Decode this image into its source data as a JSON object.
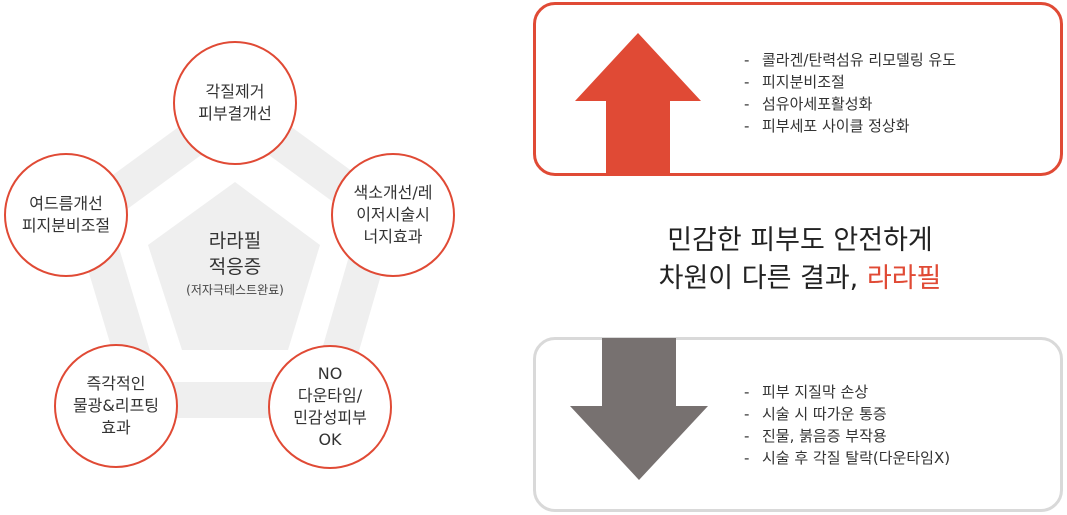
{
  "colors": {
    "accent": "#e04a35",
    "arrow_down": "#777170",
    "pentagon": "#efefef",
    "box_bottom_border": "#d9d9d9"
  },
  "pentagon": {
    "center_title_1": "라라필",
    "center_title_2": "적응증",
    "center_subtitle": "(저자극테스트완료)",
    "nodes": [
      {
        "line1": "각질제거",
        "line2": "피부결개선"
      },
      {
        "line1": "색소개선/레",
        "line2": "이저시술시",
        "line3": "너지효과"
      },
      {
        "line1": "NO",
        "line2": "다운타임/",
        "line3": "민감성피부",
        "line4": "OK"
      },
      {
        "line1": "즉각적인",
        "line2": "물광&리프팅",
        "line3": "효과"
      },
      {
        "line1": "여드름개선",
        "line2": "피지분비조절"
      }
    ]
  },
  "benefits": {
    "icon": "arrow-up-icon",
    "items": [
      "콜라겐/탄력섬유 리모델링 유도",
      "피지분비조절",
      "섬유아세포활성화",
      "피부세포 사이클 정상화"
    ]
  },
  "middle": {
    "line1": "민감한 피부도 안전하게",
    "line2_prefix": "차원이 다른 결과, ",
    "line2_accent": "라라필"
  },
  "drawbacks": {
    "icon": "arrow-down-icon",
    "items": [
      "피부 지질막 손상",
      "시술 시 따가운 통증",
      "진물, 붉음증 부작용",
      "시술 후 각질 탈락(다운타임X)"
    ]
  },
  "dash": "-"
}
